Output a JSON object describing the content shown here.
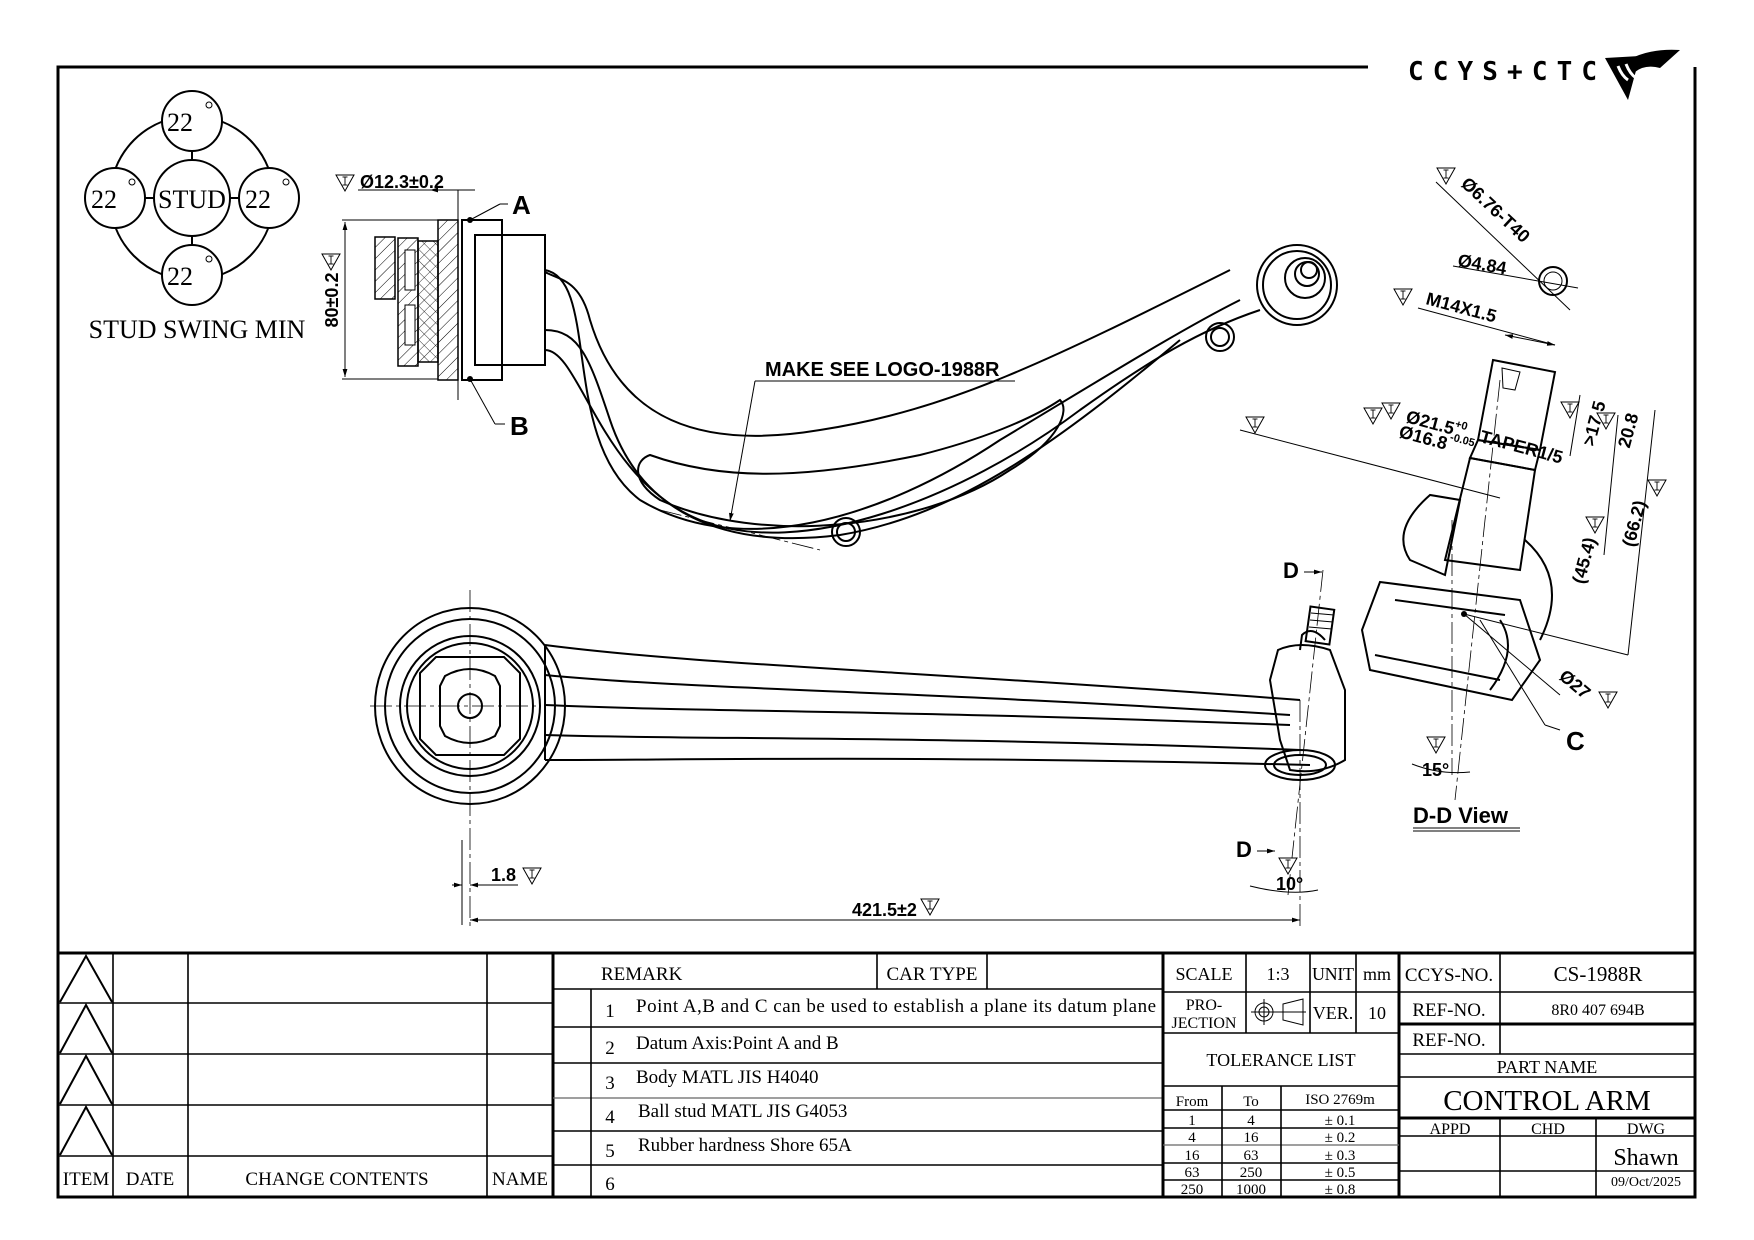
{
  "logo": {
    "text": "CCYS+CTC",
    "icon": "ccys-emblem-icon"
  },
  "stud_swing": {
    "center_label": "STUD",
    "angles": [
      "22",
      "22",
      "22",
      "22"
    ],
    "degree_symbol": "°",
    "caption": "STUD SWING MIN"
  },
  "annotations": {
    "bushing_dia": "Ø12.3±0.2",
    "bushing_height": "80±0.2",
    "point_a": "A",
    "point_b": "B",
    "point_c": "C",
    "logo_note": "MAKE SEE LOGO-1988R",
    "torx": "Ø6.76-T40",
    "torx_inner": "Ø4.84",
    "thread": "M14X1.5",
    "taper_dia": "Ø21.5",
    "taper_tol_upper": "+0",
    "taper_tol_lower": "-0.05",
    "taper": "TAPER1/5",
    "shank_dia": "Ø16.8",
    "len_17_5": ">17.5",
    "len_20_8": "20.8",
    "len_45_4": "(45.4)",
    "len_66_2": "(66.2)",
    "ball_dia": "Ø27",
    "angle_15": "15°",
    "section_view": "D-D View",
    "section_marker": "D",
    "angle_10": "10°",
    "offset_1_8": "1.8",
    "overall_length": "421.5±2",
    "critical_mark": "I"
  },
  "change_table": {
    "headers": [
      "ITEM",
      "DATE",
      "CHANGE CONTENTS",
      "NAME"
    ],
    "rows": [
      {
        "item": "",
        "date": "",
        "contents": "",
        "name": ""
      },
      {
        "item": "",
        "date": "",
        "contents": "",
        "name": ""
      },
      {
        "item": "",
        "date": "",
        "contents": "",
        "name": ""
      },
      {
        "item": "",
        "date": "",
        "contents": "",
        "name": ""
      }
    ]
  },
  "remarks": {
    "header": "REMARK",
    "car_type_label": "CAR TYPE",
    "car_type_value": "",
    "items": [
      {
        "no": "1",
        "text": "Point A,B and C can be used to establish a plane its datum plane"
      },
      {
        "no": "2",
        "text": "Datum Axis:Point A and B"
      },
      {
        "no": "3",
        "text": "Body MATL JIS H4040"
      },
      {
        "no": "4",
        "text": "Ball stud MATL JIS G4053"
      },
      {
        "no": "5",
        "text": "Rubber hardness Shore 65A"
      },
      {
        "no": "6",
        "text": ""
      }
    ]
  },
  "title_block": {
    "scale_label": "SCALE",
    "scale_value": "1:3",
    "unit_label": "UNIT",
    "unit_value": "mm",
    "projection_label_1": "PRO-",
    "projection_label_2": "JECTION",
    "projection_icon": "third-angle-projection-icon",
    "ver_label": "VER.",
    "ver_value": "10",
    "ccys_no_label": "CCYS-NO.",
    "ccys_no_value": "CS-1988R",
    "ref_no_label": "REF-NO.",
    "ref_no_value": "8R0 407 694B",
    "ref_no_2_label": "REF-NO.",
    "ref_no_2_value": "",
    "part_name_label": "PART NAME",
    "part_name_value": "CONTROL ARM",
    "appd_label": "APPD",
    "chd_label": "CHD",
    "dwg_label": "DWG",
    "appd_value": "",
    "chd_value": "",
    "dwg_value": "Shawn",
    "date": "09/Oct/2025"
  },
  "tolerance_list": {
    "title": "TOLERANCE LIST",
    "headers": [
      "From",
      "To",
      "ISO 2769m"
    ],
    "rows": [
      {
        "from": "1",
        "to": "4",
        "tol": "± 0.1"
      },
      {
        "from": "4",
        "to": "16",
        "tol": "± 0.2"
      },
      {
        "from": "16",
        "to": "63",
        "tol": "± 0.3"
      },
      {
        "from": "63",
        "to": "250",
        "tol": "± 0.5"
      },
      {
        "from": "250",
        "to": "1000",
        "tol": "± 0.8"
      }
    ]
  }
}
